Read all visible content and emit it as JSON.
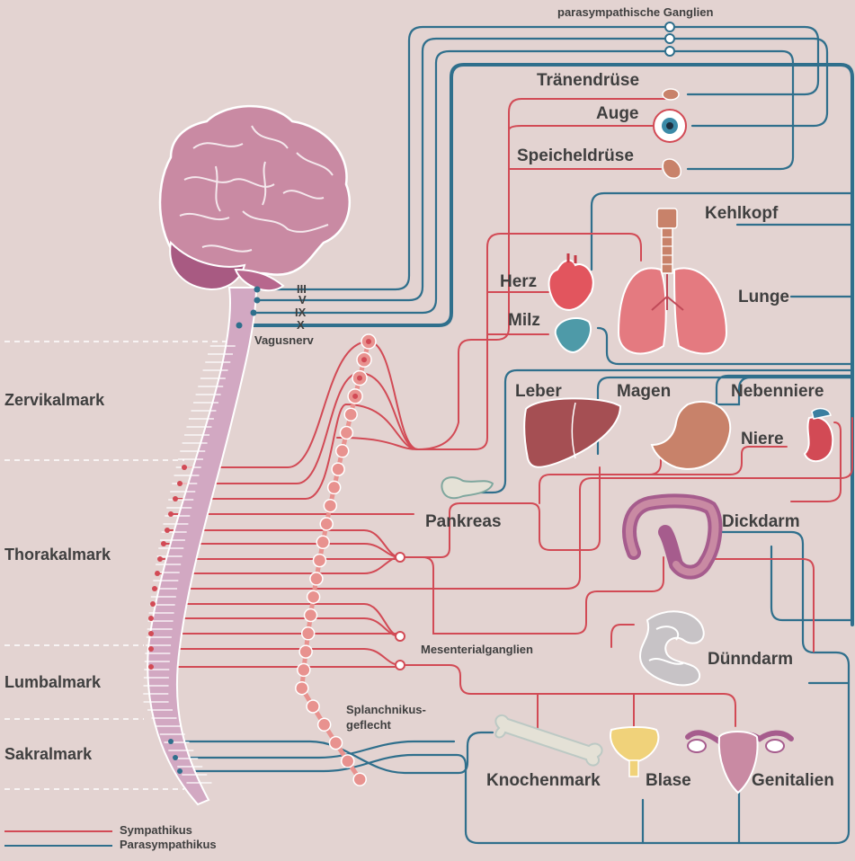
{
  "colors": {
    "background": "#e3d3d1",
    "sympathetic": "#d24a55",
    "parasympathetic": "#2f6f8c",
    "label": "#3f3f3f"
  },
  "top_label": "parasympathische Ganglien",
  "cranial_nerves": [
    "III",
    "V",
    "IX",
    "X"
  ],
  "vagus_label": "Vagusnerv",
  "spinal_regions": [
    "Zervikalmark",
    "Thorakalmark",
    "Lumbalmark",
    "Sakralmark"
  ],
  "organs": {
    "lacrimal": "Tränendrüse",
    "eye": "Auge",
    "salivary": "Speicheldrüse",
    "larynx": "Kehlkopf",
    "heart": "Herz",
    "lung": "Lunge",
    "spleen": "Milz",
    "liver": "Leber",
    "stomach": "Magen",
    "adrenal": "Nebenniere",
    "kidney": "Niere",
    "pancreas": "Pankreas",
    "colon": "Dickdarm",
    "small_intestine": "Dünndarm",
    "bone_marrow": "Knochenmark",
    "bladder": "Blase",
    "genitals": "Genitalien"
  },
  "mesenteric_label": "Mesenterialganglien",
  "splanchnic_label_line1": "Splanchnikus-",
  "splanchnic_label_line2": "geflecht",
  "legend": {
    "sympathetic": "Sympathikus",
    "parasympathetic": "Parasympathikus"
  }
}
